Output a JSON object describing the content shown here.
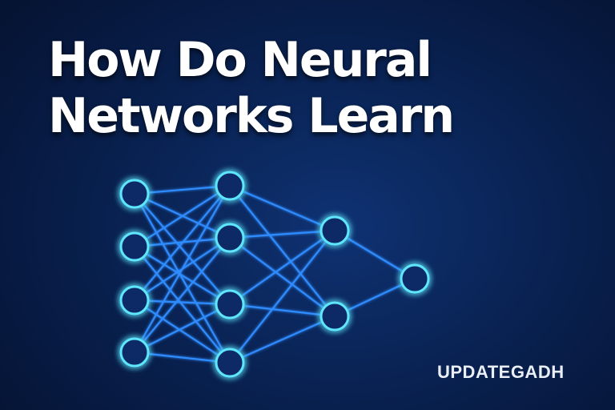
{
  "title": {
    "line1": "How Do Neural",
    "line2": "Networks Learn"
  },
  "brand": "UPDATEGADH",
  "colors": {
    "background": "#0a2558",
    "node_stroke": "#5fe6ff",
    "edge": "#2f8cff",
    "glow": "#1fa8ff",
    "title_text": "#ffffff"
  }
}
